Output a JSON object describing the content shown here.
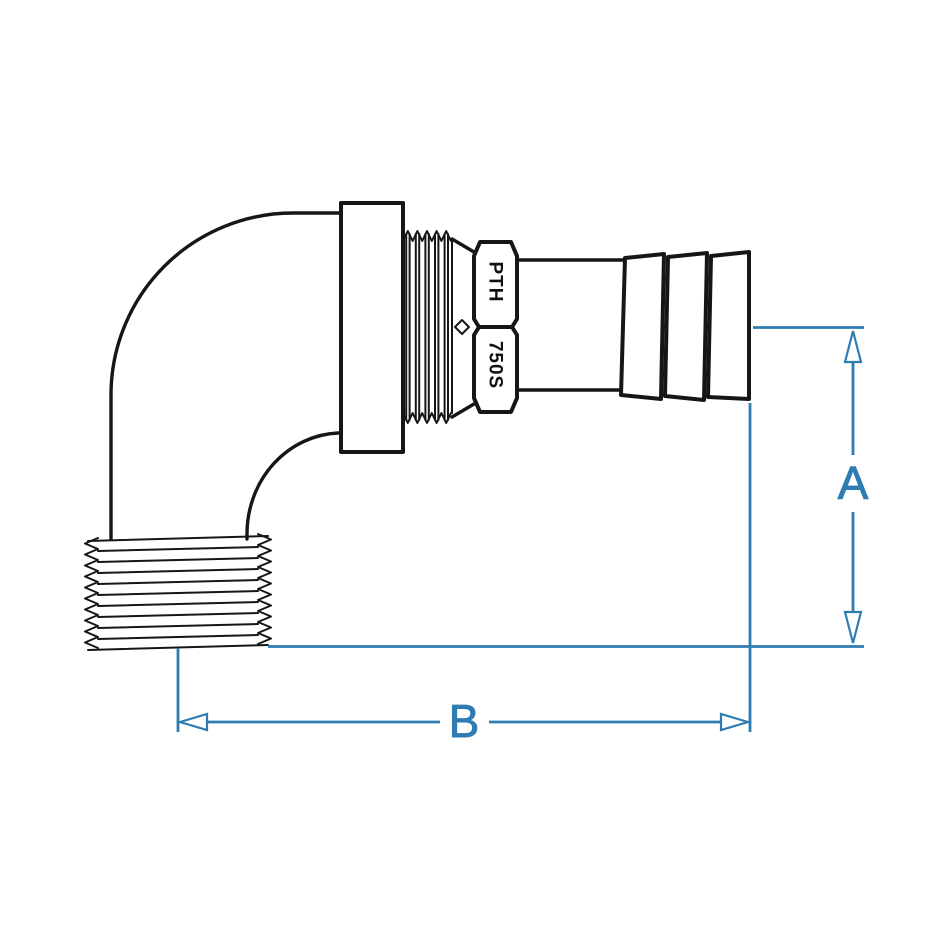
{
  "page": {
    "background": "#ffffff"
  },
  "drawing": {
    "description": "90-degree elbow fitting, male pipe thread to hose barb, side elevation",
    "part_markings": {
      "top_facet": "PTH",
      "bottom_facet": "750S"
    },
    "dimensions": {
      "a_label": "A",
      "b_label": "B"
    },
    "colors": {
      "line": "#161616",
      "dimension": "#2e7cb1"
    }
  }
}
